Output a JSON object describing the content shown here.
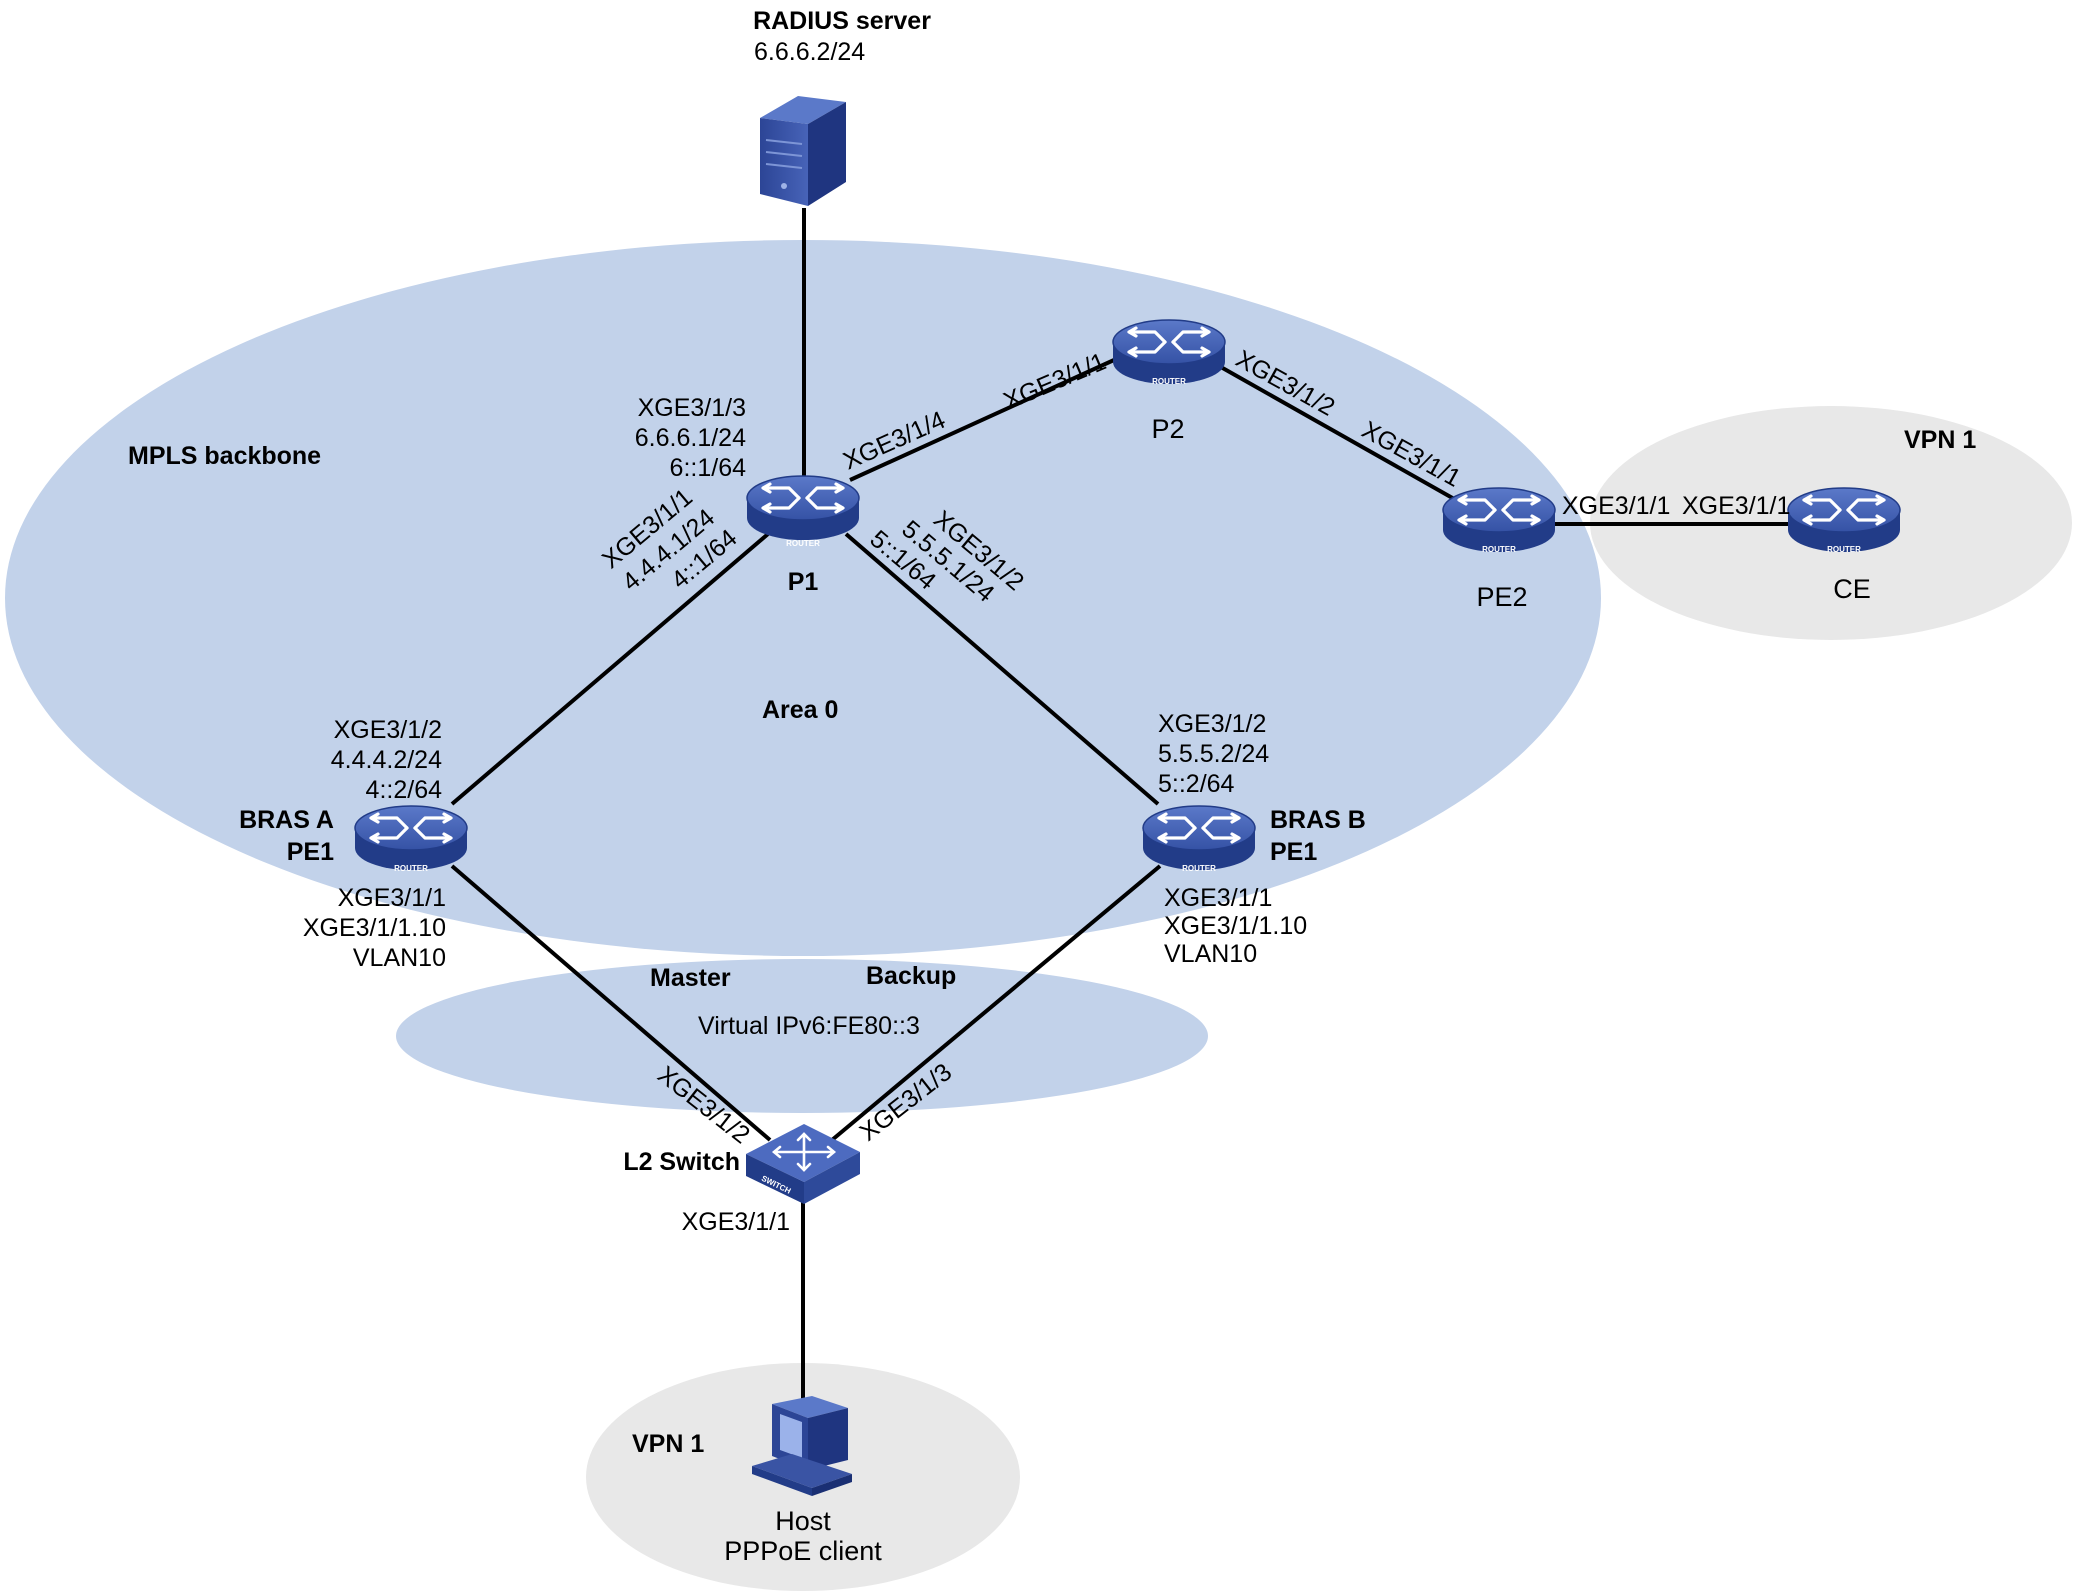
{
  "colors": {
    "backbone": "#c2d2ea",
    "vpn_area": "#e8e8e8",
    "device_blue": "#3a54a4",
    "device_dark": "#213a82",
    "link": "#000000"
  },
  "regions": {
    "backbone_label": "MPLS backbone",
    "area_label": "Area 0",
    "vpn_top_label": "VPN 1",
    "vpn_bottom_label": "VPN 1",
    "vrrp_master": "Master",
    "vrrp_backup": "Backup",
    "vrrp_virtual": "Virtual IPv6:FE80::3"
  },
  "devices": {
    "radius": {
      "name": "RADIUS server",
      "ip": "6.6.6.2/24",
      "icon": "server-icon"
    },
    "p1": {
      "name": "P1",
      "badge": "ROUTER",
      "icon": "router-icon"
    },
    "p2": {
      "name": "P2",
      "badge": "ROUTER",
      "icon": "router-icon"
    },
    "pe2": {
      "name": "PE2",
      "badge": "ROUTER",
      "icon": "router-icon"
    },
    "ce": {
      "name": "CE",
      "badge": "ROUTER",
      "icon": "router-icon"
    },
    "bras_a": {
      "name1": "BRAS A",
      "name2": "PE1",
      "badge": "ROUTER",
      "icon": "router-icon"
    },
    "bras_b": {
      "name1": "BRAS B",
      "name2": "PE1",
      "badge": "ROUTER",
      "icon": "router-icon"
    },
    "l2switch": {
      "name": "L2 Switch",
      "badge": "SWITCH",
      "icon": "switch-icon"
    },
    "host": {
      "name1": "Host",
      "name2": "PPPoE client",
      "icon": "pc-icon"
    }
  },
  "interfaces": {
    "p1_up": [
      "XGE3/1/3",
      "6.6.6.1/24",
      "6::1/64"
    ],
    "p1_right": "XGE3/1/4",
    "p1_left": [
      "XGE3/1/1",
      "4.4.4.1/24",
      "4::1/64"
    ],
    "p1_down": [
      "XGE3/1/2",
      "5.5.5.1/24",
      "5::1/64"
    ],
    "p2_left": "XGE3/1/1",
    "p2_right": "XGE3/1/2",
    "pe2_up": "XGE3/1/1",
    "pe2_right": "XGE3/1/1",
    "ce_left": "XGE3/1/1",
    "bras_a_up": [
      "XGE3/1/2",
      "4.4.4.2/24",
      "4::2/64"
    ],
    "bras_a_down": [
      "XGE3/1/1",
      "XGE3/1/1.10",
      "VLAN10"
    ],
    "bras_b_up": [
      "XGE3/1/2",
      "5.5.5.2/24",
      "5::2/64"
    ],
    "bras_b_down": [
      "XGE3/1/1",
      "XGE3/1/1.10",
      "VLAN10"
    ],
    "switch_left": "XGE3/1/2",
    "switch_right": "XGE3/1/3",
    "switch_down": "XGE3/1/1"
  }
}
